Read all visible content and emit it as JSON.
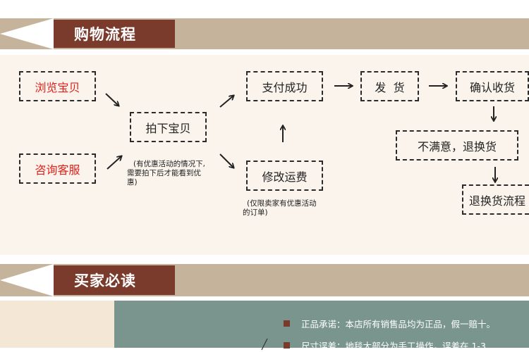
{
  "sections": {
    "purchase_flow": "购物流程",
    "buyer_notice": "买家必读"
  },
  "flow": {
    "browse": "浏览宝贝",
    "consult": "咨询客服",
    "take": "拍下宝贝",
    "pay_success": "支付成功",
    "ship": "发  货",
    "confirm": "确认收货",
    "modify_shipping": "修改运费",
    "unsatisfied": "不满意，退换货",
    "return_flow": "退换货流程"
  },
  "notes": {
    "discount_line1": "(有优惠活动的情况下,",
    "discount_line2": "需要拍下后才能看到优",
    "discount_line3": "惠)",
    "seller_line1": "(仅限卖家有优惠活动",
    "seller_line2": "的订单)"
  },
  "info": {
    "item1": "正品承诺：本店所有销售品均为正品，假一赔十。",
    "item2": "尺寸误差：地毯大部分为手工操作，误差在 1-3"
  },
  "colors": {
    "band": "#c6b39c",
    "title_box": "#7a3b2c",
    "flow_bg": "#faf4ec",
    "red_text": "#e0201b",
    "info_teal": "#7a958e"
  }
}
